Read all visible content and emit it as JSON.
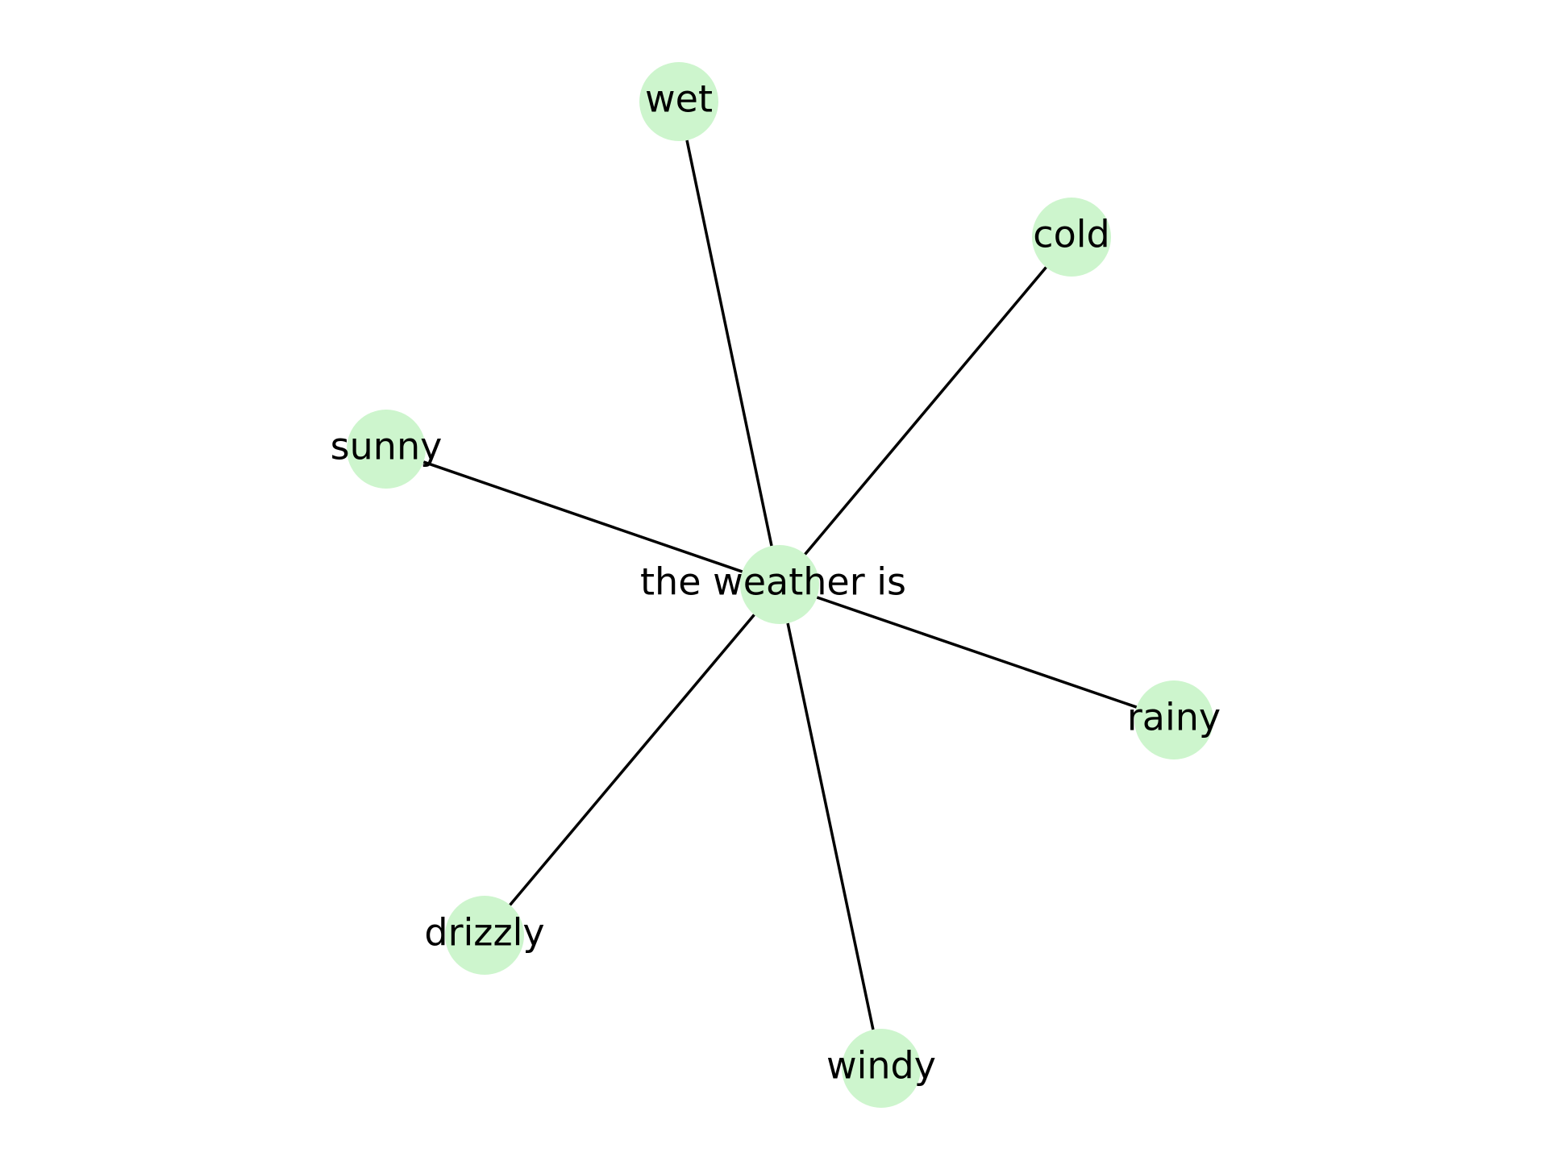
{
  "diagram": {
    "type": "network-graph",
    "node_color": "#cdf5cd",
    "edge_color": "#000000",
    "label_color": "#000000",
    "nodes": [
      {
        "id": "center",
        "label": "the weather is"
      },
      {
        "id": "wet",
        "label": "wet"
      },
      {
        "id": "cold",
        "label": "cold"
      },
      {
        "id": "sunny",
        "label": "sunny"
      },
      {
        "id": "rainy",
        "label": "rainy"
      },
      {
        "id": "drizzly",
        "label": "drizzly"
      },
      {
        "id": "windy",
        "label": "windy"
      }
    ],
    "edges": [
      {
        "from": "center",
        "to": "wet"
      },
      {
        "from": "center",
        "to": "cold"
      },
      {
        "from": "center",
        "to": "sunny"
      },
      {
        "from": "center",
        "to": "rainy"
      },
      {
        "from": "center",
        "to": "drizzly"
      },
      {
        "from": "center",
        "to": "windy"
      }
    ]
  }
}
